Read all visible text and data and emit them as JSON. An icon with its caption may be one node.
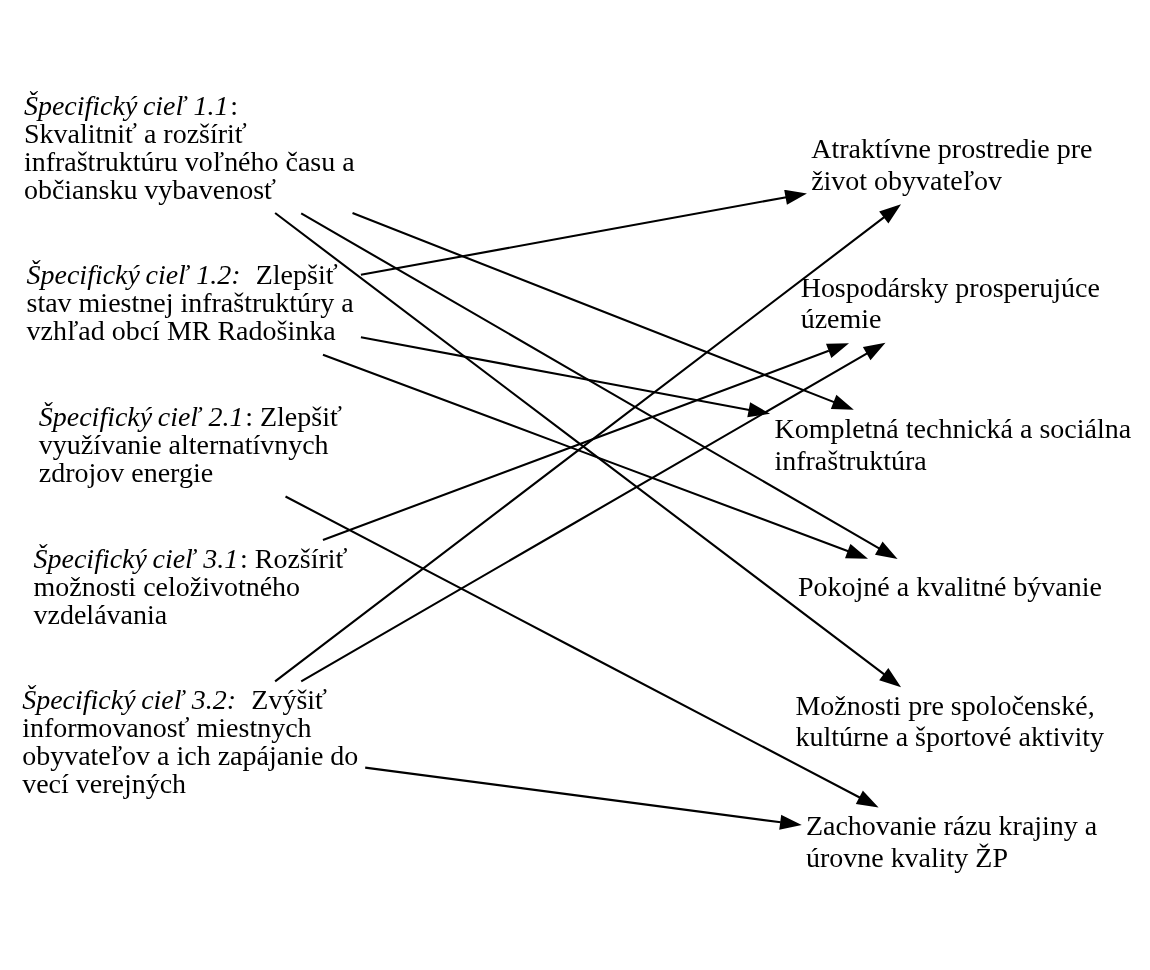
{
  "diagram": {
    "nodes": [
      {
        "text": [
          "*Špecifický cieľ 1.1*: Skvalitniť a rozšíriť infraštruktúru voľného času a občiansku vybavenosť"
        ]
      },
      {
        "text": [
          "*Špecifický cieľ 1.2:* Zlepšiť stav miestnej infraštruktúry a vzhľad obcí MR Radošinka"
        ]
      },
      {
        "text": [
          "*Špecifický cieľ 2.1*: Zlepšiť využívanie alternatívnych zdrojov energie"
        ]
      },
      {
        "text": [
          "*Špecifický cieľ 3.1*: Rozšíriť možnosti celoživotného vzdelávania"
        ]
      },
      {
        "text": [
          "*Špecifický cieľ 3.2:* Zvýšiť informovanosť miestnych obyvateľov a ich zapájanie do vecí verejných"
        ]
      },
      {
        "text": [
          "Atraktívne prostredie pre život obyvateľov"
        ]
      },
      {
        "text": [
          "Hospodársky prosperujúce územie"
        ]
      },
      {
        "text": [
          "Kompletná technická a sociálna infraštruktúra"
        ]
      },
      {
        "text": [
          "Pokojné a kvalitné bývanie"
        ]
      },
      {
        "text": [
          "Možnosti pre spoločenské, kultúrne a športové aktivity"
        ]
      },
      {
        "text": [
          "Zachovanie rázu krajiny a úrovne kvality ŽP"
        ]
      }
    ],
    "edges": [
      {
        "from": 0,
        "to": 7,
        "arrow": "to"
      },
      {
        "from": 0,
        "to": 8,
        "arrow": "to"
      },
      {
        "from": 0,
        "to": 9,
        "arrow": "to"
      },
      {
        "from": 1,
        "to": 5,
        "arrow": "to"
      },
      {
        "from": 1,
        "to": 7,
        "arrow": "to"
      },
      {
        "from": 1,
        "to": 8,
        "arrow": "to"
      },
      {
        "from": 2,
        "to": 10,
        "arrow": "to"
      },
      {
        "from": 3,
        "to": 6,
        "arrow": "to"
      },
      {
        "from": 4,
        "to": 5,
        "arrow": "to"
      },
      {
        "from": 4,
        "to": 6,
        "arrow": "to"
      },
      {
        "from": 4,
        "to": 10,
        "arrow": "to"
      }
    ]
  }
}
